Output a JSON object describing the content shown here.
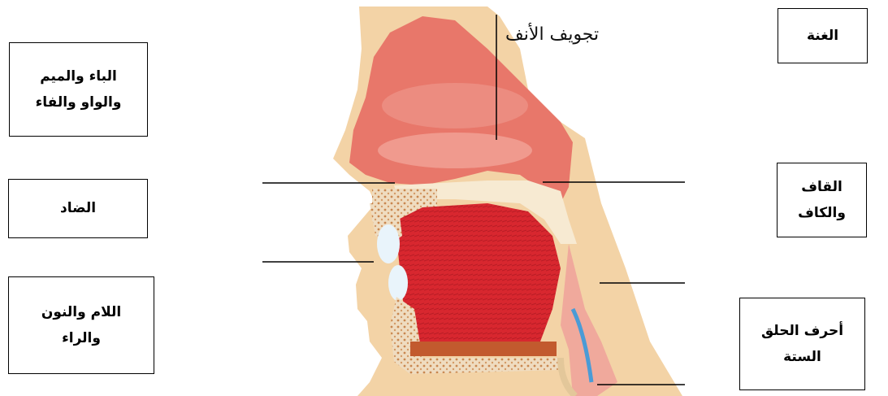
{
  "diagram": {
    "nasal_cavity_label": "تجويف الأنف"
  },
  "boxes": {
    "ghunna": "الغنة",
    "ba_mim_line1": "الباء والميم",
    "ba_mim_line2": "والواو والفاء",
    "dad": "الضاد",
    "qaf_kaf_line1": "القاف",
    "qaf_kaf_line2": "والكاف",
    "lam_nun_line1": "اللام والنون",
    "lam_nun_line2": "والراء",
    "throat_line1": "أحرف الحلق",
    "throat_line2": "الستة"
  },
  "colors": {
    "skin": "#f3d3a6",
    "nasal_red": "#e8776a",
    "tongue_red": "#d4262e",
    "bone": "#e9d8b6"
  }
}
